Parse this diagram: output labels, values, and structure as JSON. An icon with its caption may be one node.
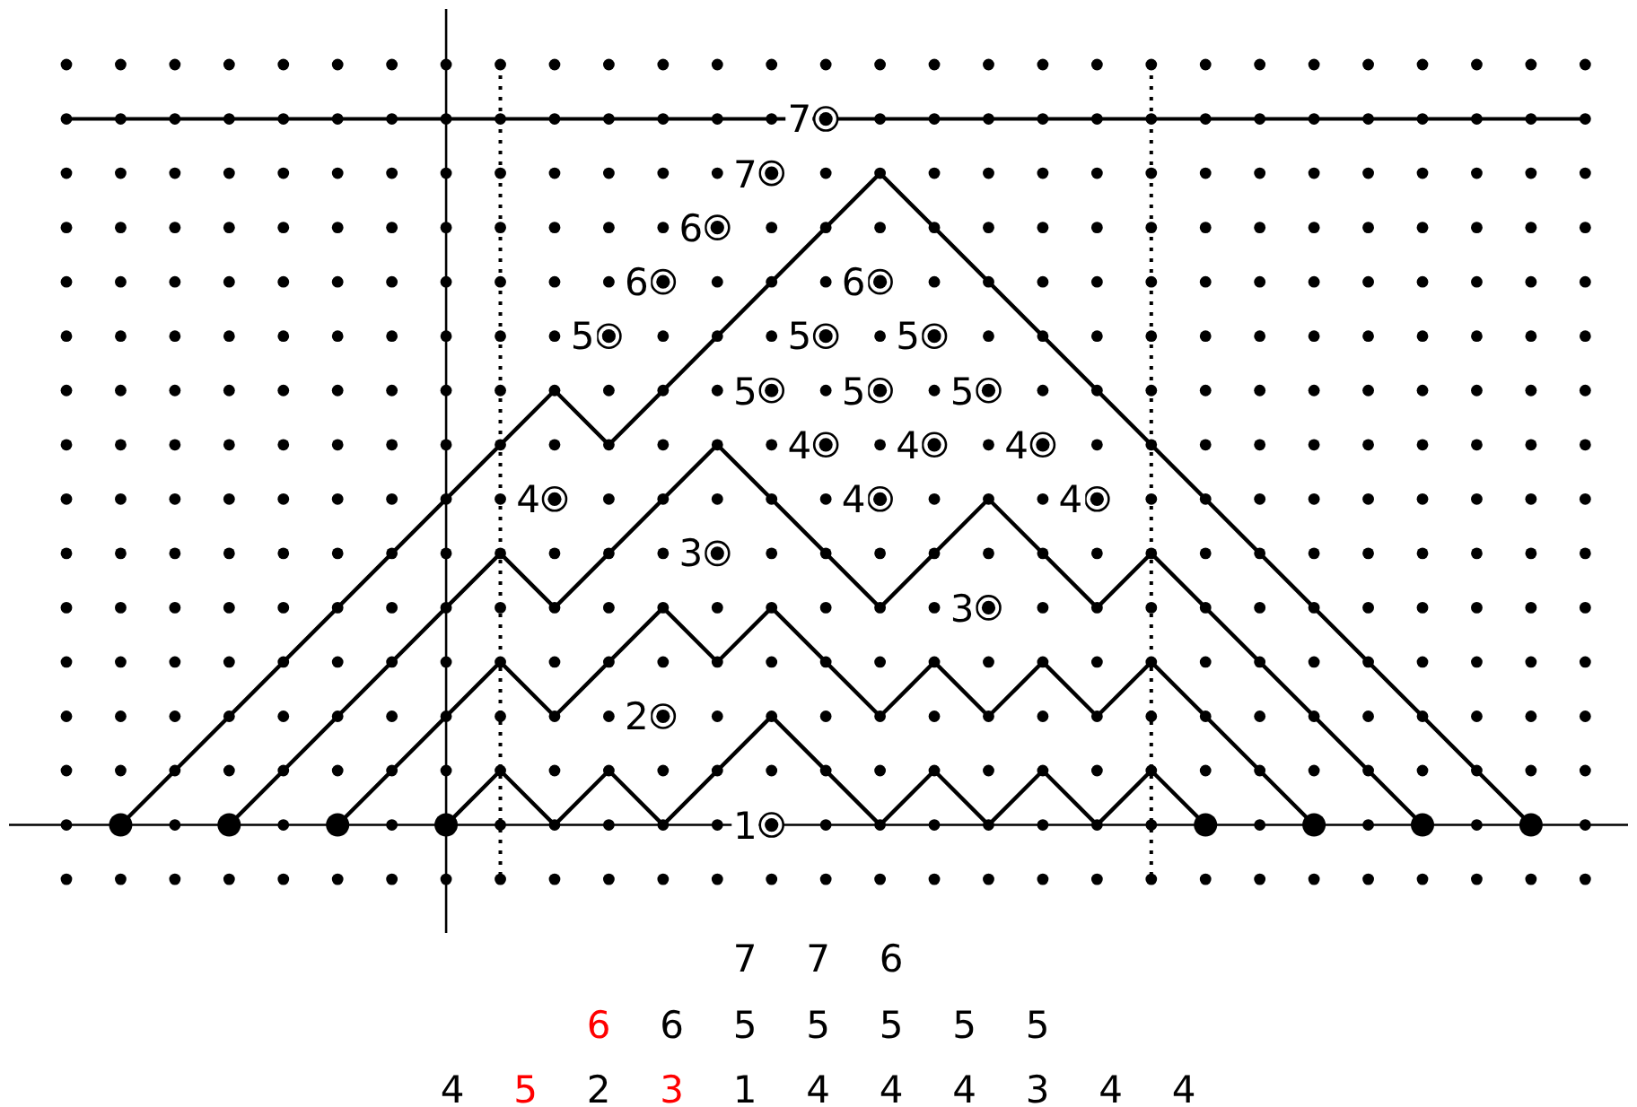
{
  "diagram": {
    "labels": [
      "7",
      "7",
      "6",
      "6",
      "6",
      "5",
      "5",
      "5",
      "5",
      "5",
      "5",
      "4",
      "4",
      "4",
      "4",
      "4",
      "4",
      "3",
      "3",
      "2",
      "1",
      "7",
      "7",
      "6",
      "6",
      "6",
      "5",
      "5",
      "5",
      "5",
      "5",
      "4",
      "5",
      "2",
      "3",
      "1",
      "4",
      "4",
      "4",
      "3",
      "4",
      "4"
    ]
  }
}
